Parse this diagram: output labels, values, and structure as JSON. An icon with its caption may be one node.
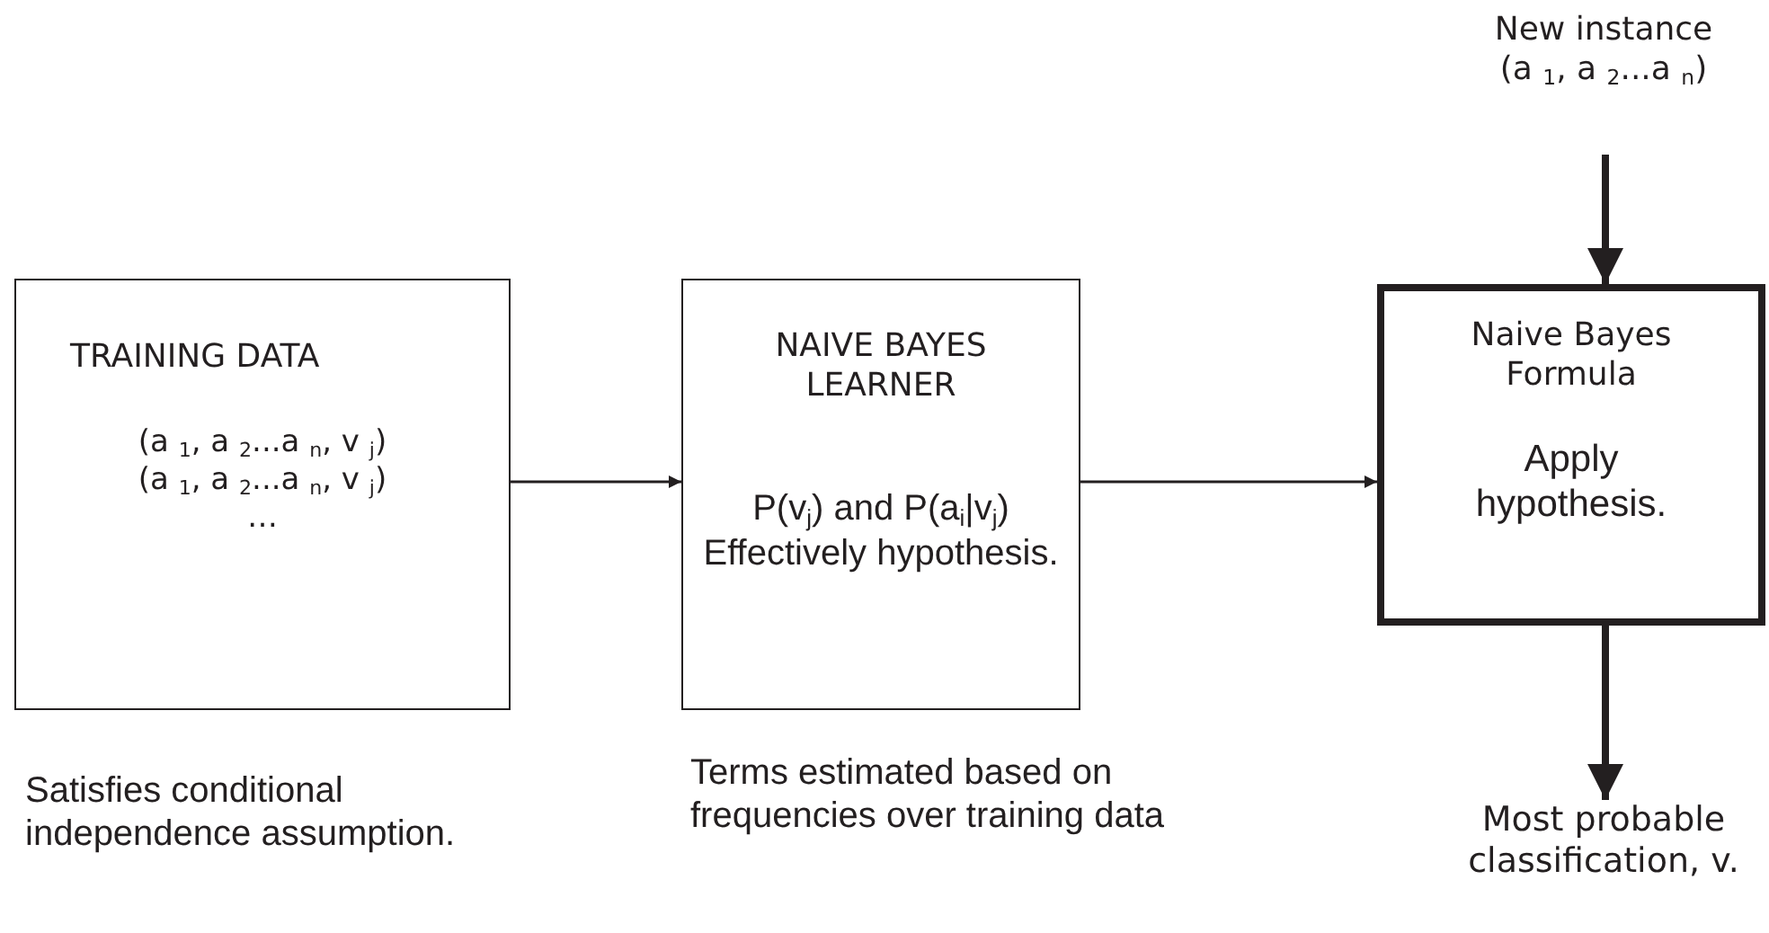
{
  "diagram": {
    "nodes": [
      {
        "text": [
          "TRAINING DATA",
          "(a $_{1}$, a $_{2}$...a $_{n}$, v $_{j}$)",
          "(a $_{1}$, a $_{2}$...a $_{n}$, v $_{j}$)",
          "…"
        ],
        "beside": [
          "Satisfies conditional independence assumption."
        ]
      },
      {
        "text": [
          "NAIVE BAYES LEARNER",
          "P(v$_{j}$) and P(a$_{i}$|v$_{j}$) Effectively hypothesis."
        ],
        "beside": [
          "Terms estimated based on frequencies over training data"
        ]
      },
      {
        "text": [
          "Naive Bayes Formula",
          "Apply hypothesis."
        ]
      },
      {
        "text": [
          "New instance",
          "(a $_{1}$, a $_{2}$...a $_{n}$)"
        ]
      },
      {
        "text": [
          "Most probable classification, v."
        ]
      }
    ],
    "edges": [
      {
        "from": 0,
        "to": 1,
        "arrow": "to"
      },
      {
        "from": 1,
        "to": 2,
        "arrow": "to"
      },
      {
        "from": 3,
        "to": 2,
        "arrow": "to",
        "style": "thick"
      },
      {
        "from": 2,
        "to": 4,
        "arrow": "to",
        "style": "thick"
      }
    ]
  }
}
